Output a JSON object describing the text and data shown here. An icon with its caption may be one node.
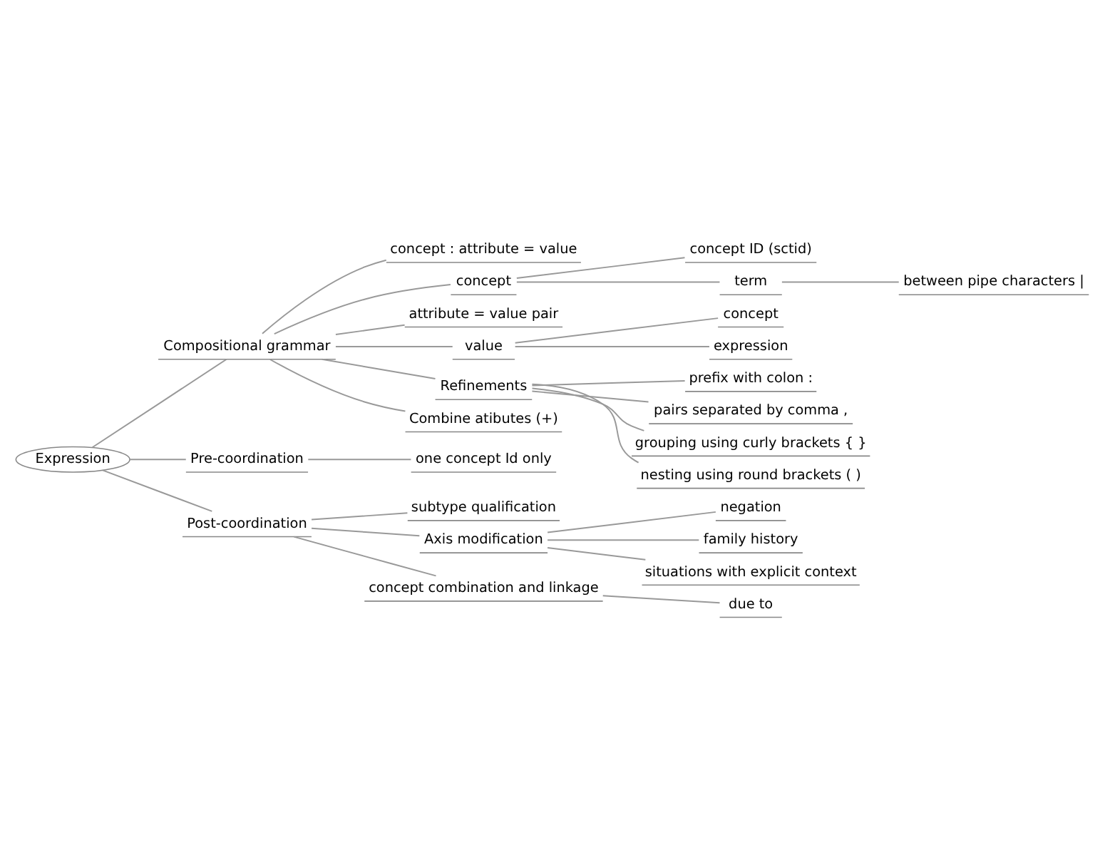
{
  "diagram": {
    "nodes": [
      {
        "text": [
          "Expression"
        ]
      },
      {
        "text": [
          "Compositional grammar"
        ]
      },
      {
        "text": [
          "concept : attribute = value"
        ]
      },
      {
        "text": [
          "concept"
        ]
      },
      {
        "text": [
          "concept ID (sctid)"
        ]
      },
      {
        "text": [
          "term"
        ]
      },
      {
        "text": [
          "between pipe characters |"
        ]
      },
      {
        "text": [
          "attribute = value pair"
        ]
      },
      {
        "text": [
          "value"
        ]
      },
      {
        "text": [
          "concept"
        ]
      },
      {
        "text": [
          "expression"
        ]
      },
      {
        "text": [
          "Refinements"
        ]
      },
      {
        "text": [
          "prefix with colon :"
        ]
      },
      {
        "text": [
          "pairs separated by comma ,"
        ]
      },
      {
        "text": [
          "grouping using curly brackets { }"
        ]
      },
      {
        "text": [
          "nesting using round brackets ( )"
        ]
      },
      {
        "text": [
          "Combine atibutes (+)"
        ]
      },
      {
        "text": [
          "Pre-coordination"
        ]
      },
      {
        "text": [
          "one concept Id only"
        ]
      },
      {
        "text": [
          "Post-coordination"
        ]
      },
      {
        "text": [
          "subtype qualification"
        ]
      },
      {
        "text": [
          "Axis modification"
        ]
      },
      {
        "text": [
          "negation"
        ]
      },
      {
        "text": [
          "family history"
        ]
      },
      {
        "text": [
          "situations with explicit context"
        ]
      },
      {
        "text": [
          "concept combination and linkage"
        ]
      },
      {
        "text": [
          "due to"
        ]
      }
    ],
    "edges": [
      {
        "from": 0,
        "to": 1,
        "arrow": "none"
      },
      {
        "from": 1,
        "to": 2,
        "arrow": "none"
      },
      {
        "from": 1,
        "to": 3,
        "arrow": "none"
      },
      {
        "from": 3,
        "to": 4,
        "arrow": "none"
      },
      {
        "from": 3,
        "to": 5,
        "arrow": "none"
      },
      {
        "from": 5,
        "to": 6,
        "arrow": "none"
      },
      {
        "from": 1,
        "to": 7,
        "arrow": "none"
      },
      {
        "from": 1,
        "to": 8,
        "arrow": "none"
      },
      {
        "from": 8,
        "to": 9,
        "arrow": "none"
      },
      {
        "from": 8,
        "to": 10,
        "arrow": "none"
      },
      {
        "from": 1,
        "to": 11,
        "arrow": "none"
      },
      {
        "from": 11,
        "to": 12,
        "arrow": "none"
      },
      {
        "from": 11,
        "to": 13,
        "arrow": "none"
      },
      {
        "from": 11,
        "to": 14,
        "arrow": "none"
      },
      {
        "from": 11,
        "to": 15,
        "arrow": "none"
      },
      {
        "from": 1,
        "to": 16,
        "arrow": "none"
      },
      {
        "from": 0,
        "to": 17,
        "arrow": "none"
      },
      {
        "from": 17,
        "to": 18,
        "arrow": "none"
      },
      {
        "from": 0,
        "to": 19,
        "arrow": "none"
      },
      {
        "from": 19,
        "to": 20,
        "arrow": "none"
      },
      {
        "from": 19,
        "to": 21,
        "arrow": "none"
      },
      {
        "from": 21,
        "to": 22,
        "arrow": "none"
      },
      {
        "from": 21,
        "to": 23,
        "arrow": "none"
      },
      {
        "from": 21,
        "to": 24,
        "arrow": "none"
      },
      {
        "from": 19,
        "to": 25,
        "arrow": "none"
      },
      {
        "from": 25,
        "to": 26,
        "arrow": "none"
      }
    ]
  }
}
